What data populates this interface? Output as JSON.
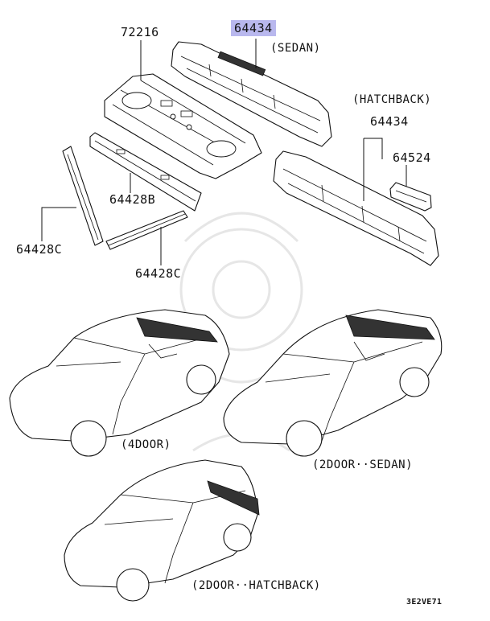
{
  "labels": {
    "p72216": "72216",
    "p64434_sedan": "64434",
    "sedan_note": "(SEDAN)",
    "hatchback_note": "(HATCHBACK)",
    "p64434_hatch": "64434",
    "p64524": "64524",
    "p64428b": "64428B",
    "p64428c_left": "64428C",
    "p64428c_bottom": "64428C",
    "car_4door": "(4DOOR)",
    "car_2door_sedan": "(2DOOR··SEDAN)",
    "car_2door_hatch": "(2DOOR··HATCHBACK)",
    "diagram_code": "3E2VE71"
  },
  "colors": {
    "highlight": "#b9b8ee",
    "line": "#111111"
  }
}
